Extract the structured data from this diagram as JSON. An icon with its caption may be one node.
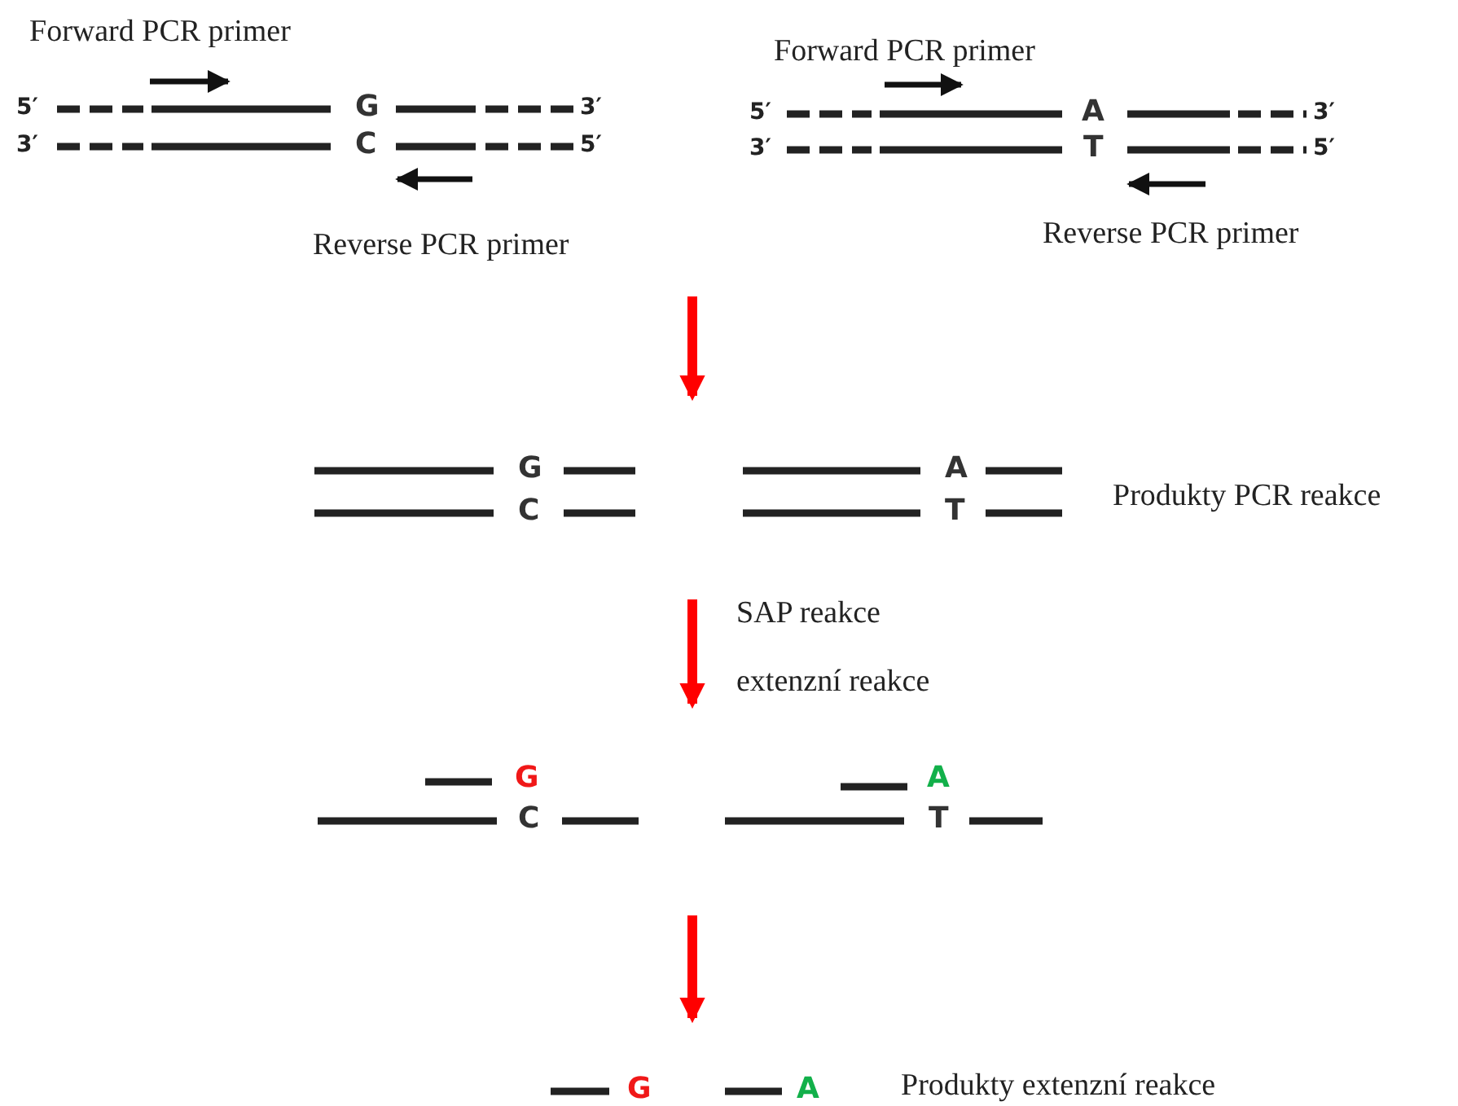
{
  "diagram": {
    "labels": [
      "Forward PCR primer",
      "5′",
      "G",
      "3′",
      "3′",
      "C",
      "5′",
      "Reverse PCR primer",
      "Forward PCR primer",
      "5′",
      "A",
      "3′",
      "3′",
      "T",
      "5′",
      "Reverse PCR primer",
      "G",
      "A",
      "C",
      "T",
      "Produkty PCR reakce",
      "SAP reakce",
      "extenzní reakce",
      "G",
      "A",
      "C",
      "T",
      "G",
      "A",
      "Produkty extenzní reakce"
    ]
  }
}
